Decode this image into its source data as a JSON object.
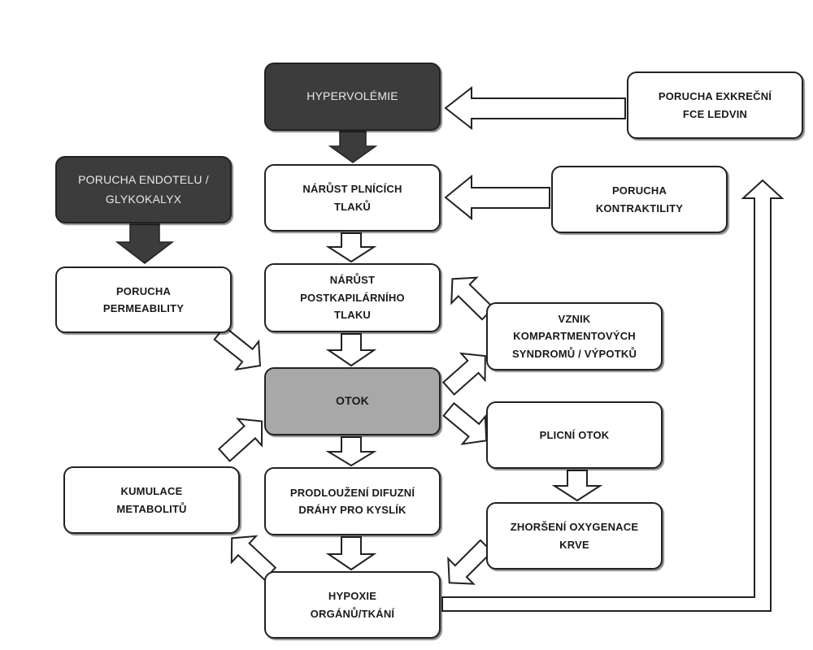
{
  "colors": {
    "dark_box": "#3c3c3c",
    "highlight_box": "#a8a8a8",
    "box": "#ffffff",
    "outline": "#222222"
  },
  "nodes": {
    "hypervolemie": "HYPERVOLÉMIE",
    "porucha_exkrecni": "PORUCHA EXKREČNÍ\nFCE LEDVIN",
    "porucha_endotelu": "PORUCHA ENDOTELU /\nGLYKOKALYX",
    "narust_plnicich": "NÁRŮST PLNÍCÍCH\nTLAKŮ",
    "porucha_kontraktility": "PORUCHA\nKONTRAKTILITY",
    "porucha_permeability": "PORUCHA\nPERMEABILITY",
    "narust_postkapilarniho": "NÁRŮST\nPOSTKAPILÁRNÍHO\nTLAKU",
    "vznik_kompartmentovych": "VZNIK\nKOMPARTMENTOVÝCH\nSYNDROMŮ / VÝPOTKŮ",
    "otok": "OTOK",
    "plicni_otok": "PLICNÍ OTOK",
    "kumulace_metabolitu": "KUMULACE\nMETABOLITŮ",
    "prodlouzeni_difuzni": "PRODLOUŽENÍ DIFUZNÍ\nDRÁHY PRO KYSLÍK",
    "zhorseni_oxygenace": "ZHORŠENÍ OXYGENACE\nKRVE",
    "hypoxie": "HYPOXIE\nORGÁNŮ/TKÁNÍ"
  }
}
